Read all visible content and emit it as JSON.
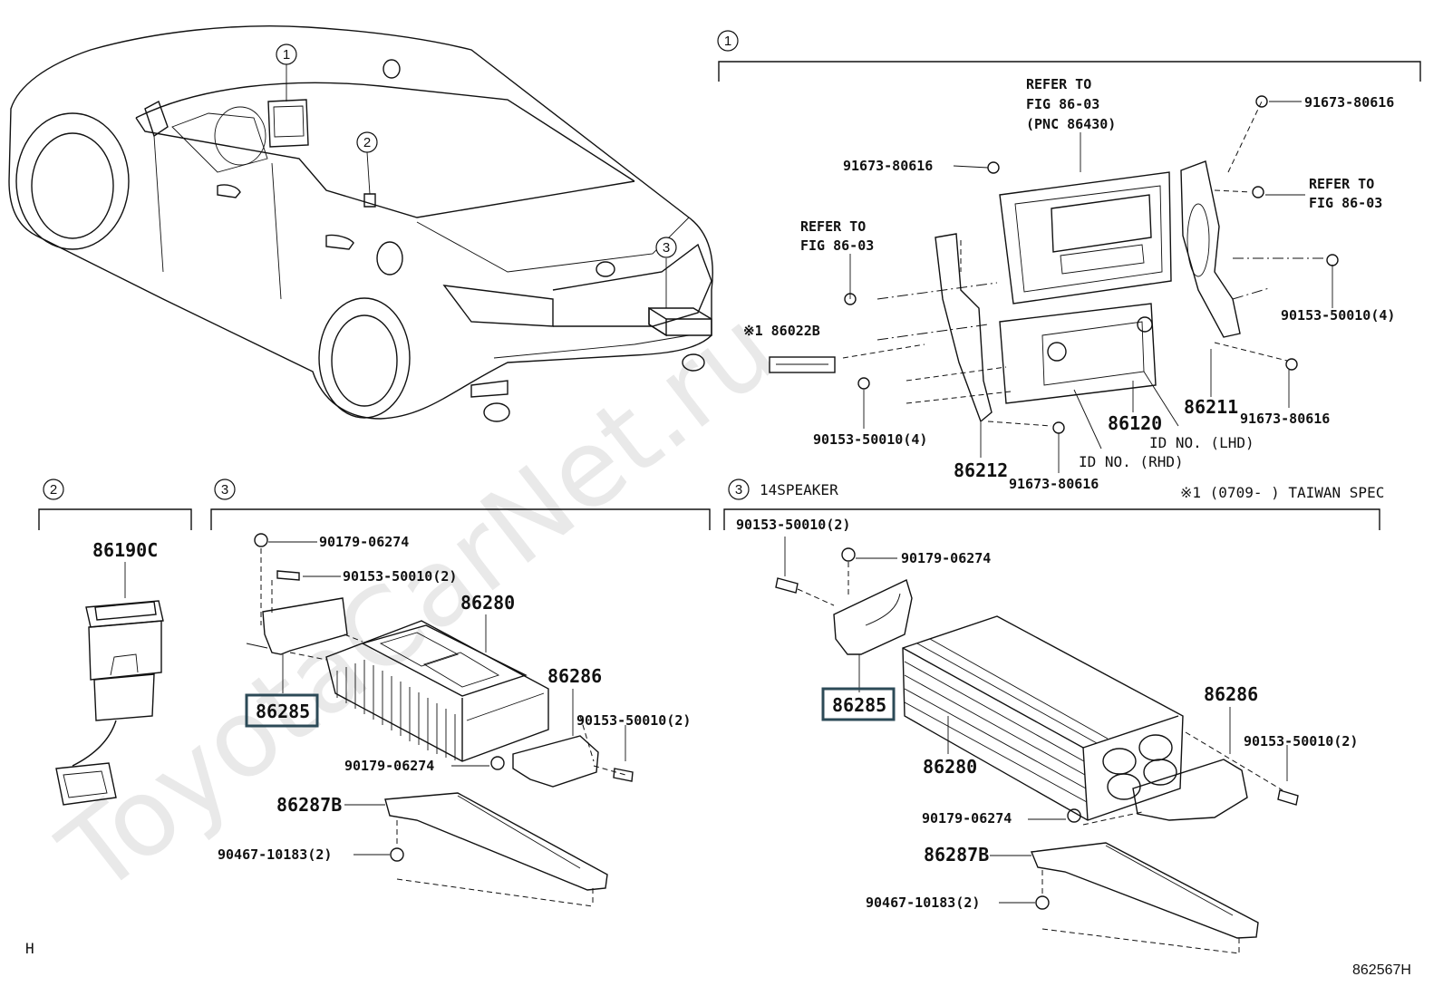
{
  "watermark": "ToyotaCarNet.ru",
  "corner_left": "H",
  "figure_id": "862567H",
  "callout_1": "1",
  "callout_2": "2",
  "callout_3": "3",
  "section_14speaker": "14SPEAKER",
  "refer_to": "REFER TO",
  "fig_86_03": "FIG 86-03",
  "pnc_86430": "(PNC 86430)",
  "taiwan_note": "※1 (0709-    ) TAIWAN SPEC",
  "parts": {
    "p91673_80616": "91673-80616",
    "p90153_50010_4": "90153-50010(4)",
    "p90153_50010_2": "90153-50010(2)",
    "p90179_06274": "90179-06274",
    "p90467_10183_2": "90467-10183(2)",
    "p86022B": "※1 86022B",
    "p86120": "86120",
    "p86211": "86211",
    "p86212": "86212",
    "p86190C": "86190C",
    "p86280": "86280",
    "p86285": "86285",
    "p86286": "86286",
    "p86287B": "86287B"
  },
  "id_lhd": "ID NO. (LHD)",
  "id_rhd": "ID NO. (RHD)",
  "highlight_color": "#2c4a57"
}
